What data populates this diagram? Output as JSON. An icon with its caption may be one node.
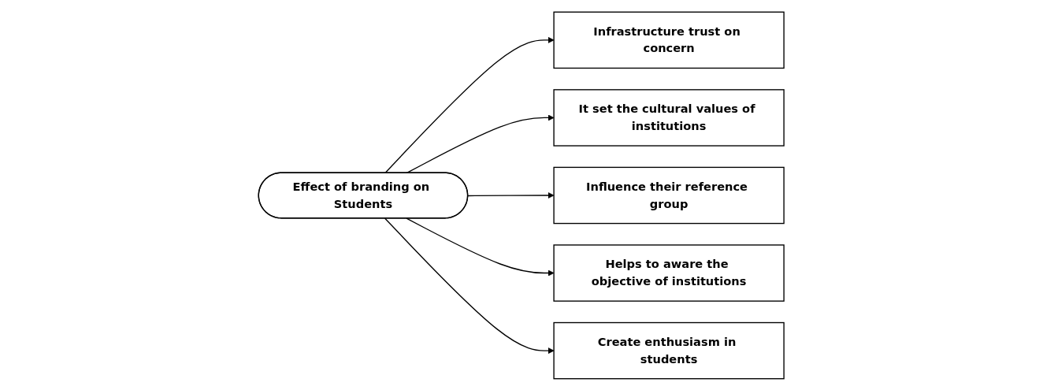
{
  "diagram": {
    "nodes": [
      {
        "text": [
          "Infrastructure trust on concern"
        ]
      },
      {
        "text": [
          "It set the cultural values of institutions"
        ]
      },
      {
        "text": [
          "Influence their reference group"
        ]
      },
      {
        "text": [
          "Effect of branding on Students"
        ]
      },
      {
        "text": [
          "Helps to aware the objective of institutions"
        ]
      },
      {
        "text": [
          "Create enthusiasm in students"
        ]
      }
    ],
    "edges": [
      {
        "from": 3,
        "to": 0,
        "arrow": "to"
      },
      {
        "from": 3,
        "to": 1,
        "arrow": "to"
      },
      {
        "from": 3,
        "to": 2,
        "arrow": "to"
      },
      {
        "from": 3,
        "to": 4,
        "arrow": "to"
      },
      {
        "from": 3,
        "to": 5,
        "arrow": "to"
      }
    ]
  }
}
